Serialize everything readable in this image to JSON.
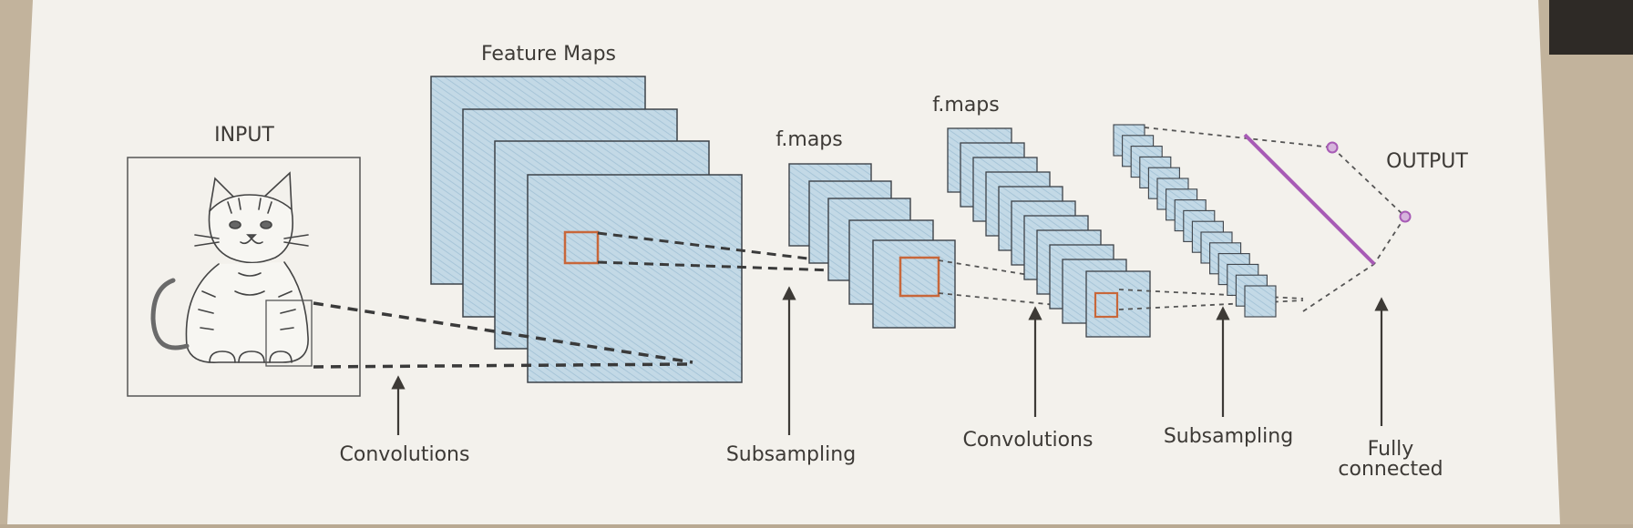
{
  "diagram": {
    "input_label": "INPUT",
    "feature_maps_label": "Feature Maps",
    "fmaps_label_1": "f.maps",
    "fmaps_label_2": "f.maps",
    "output_label": "OUTPUT",
    "stage_labels": {
      "convolutions_1": "Convolutions",
      "subsampling_1": "Subsampling",
      "convolutions_2": "Convolutions",
      "subsampling_2": "Subsampling",
      "fully_connected_line1": "Fully",
      "fully_connected_line2": "connected"
    }
  },
  "colors": {
    "paper": "#f3f1ec",
    "map_fill": "#bcd5e3",
    "map_stroke": "#3d4248",
    "highlight": "#c8673a",
    "output_line": "#a75bb5",
    "ink": "#3d3a36"
  },
  "icons": [
    "cat-sketch-icon",
    "arrow-up-icon",
    "output-node-icon"
  ]
}
